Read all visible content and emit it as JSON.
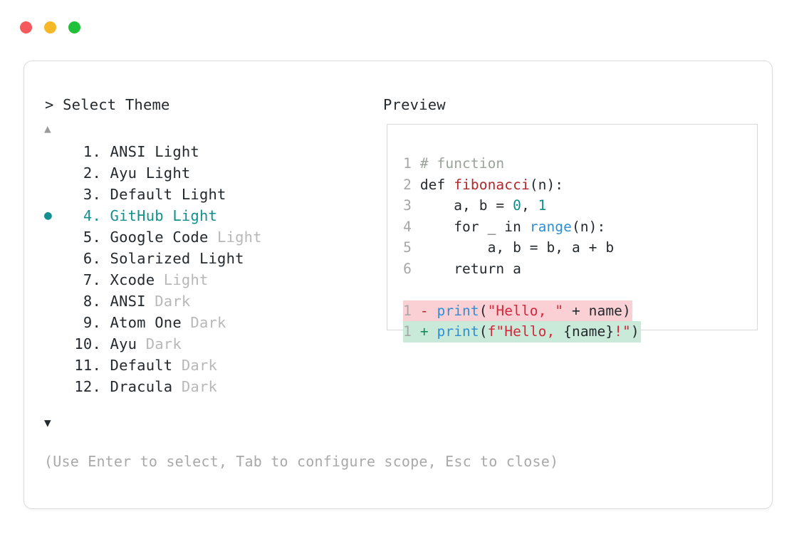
{
  "window": {
    "dots": [
      {
        "name": "close-dot",
        "color": "#f4595b"
      },
      {
        "name": "minimize-dot",
        "color": "#f6b827"
      },
      {
        "name": "maximize-dot",
        "color": "#21c03a"
      }
    ]
  },
  "prompt": {
    "caret": ">",
    "title": "Select Theme"
  },
  "preview": {
    "title": "Preview"
  },
  "scroll": {
    "up_glyph": "▲",
    "down_glyph": "▼"
  },
  "theme_list": {
    "selected_index": 4,
    "bullet_glyph": "●",
    "items": [
      {
        "index": "1.",
        "name": "ANSI",
        "suffix": "Light",
        "suffix_muted": false,
        "selected": false
      },
      {
        "index": "2.",
        "name": "Ayu",
        "suffix": "Light",
        "suffix_muted": false,
        "selected": false
      },
      {
        "index": "3.",
        "name": "Default",
        "suffix": "Light",
        "suffix_muted": false,
        "selected": false
      },
      {
        "index": "4.",
        "name": "GitHub",
        "suffix": "Light",
        "suffix_muted": false,
        "selected": true
      },
      {
        "index": "5.",
        "name": "Google Code",
        "suffix": "Light",
        "suffix_muted": true,
        "selected": false
      },
      {
        "index": "6.",
        "name": "Solarized",
        "suffix": "Light",
        "suffix_muted": false,
        "selected": false
      },
      {
        "index": "7.",
        "name": "Xcode",
        "suffix": "Light",
        "suffix_muted": true,
        "selected": false
      },
      {
        "index": "8.",
        "name": "ANSI",
        "suffix": "Dark",
        "suffix_muted": true,
        "selected": false
      },
      {
        "index": "9.",
        "name": "Atom One",
        "suffix": "Dark",
        "suffix_muted": true,
        "selected": false
      },
      {
        "index": "10.",
        "name": "Ayu",
        "suffix": "Dark",
        "suffix_muted": true,
        "selected": false
      },
      {
        "index": "11.",
        "name": "Default",
        "suffix": "Dark",
        "suffix_muted": true,
        "selected": false
      },
      {
        "index": "12.",
        "name": "Dracula",
        "suffix": "Dark",
        "suffix_muted": true,
        "selected": false
      }
    ]
  },
  "code_preview": {
    "lines": [
      {
        "no": "1",
        "tokens": [
          {
            "t": "# function",
            "c": "comment"
          }
        ]
      },
      {
        "no": "2",
        "tokens": [
          {
            "t": "def ",
            "c": "keyword"
          },
          {
            "t": "fibonacci",
            "c": "func"
          },
          {
            "t": "(n):",
            "c": "punct"
          }
        ]
      },
      {
        "no": "3",
        "tokens": [
          {
            "t": "    a, b = ",
            "c": "plain"
          },
          {
            "t": "0",
            "c": "number"
          },
          {
            "t": ", ",
            "c": "plain"
          },
          {
            "t": "1",
            "c": "number"
          }
        ]
      },
      {
        "no": "4",
        "tokens": [
          {
            "t": "    for _ in ",
            "c": "plain"
          },
          {
            "t": "range",
            "c": "builtin"
          },
          {
            "t": "(n):",
            "c": "punct"
          }
        ]
      },
      {
        "no": "5",
        "tokens": [
          {
            "t": "        a, b = b, a + b",
            "c": "plain"
          }
        ]
      },
      {
        "no": "6",
        "tokens": [
          {
            "t": "    return a",
            "c": "plain"
          }
        ]
      }
    ],
    "diff": [
      {
        "no": "1",
        "kind": "del",
        "mark": "-",
        "tokens": [
          {
            "t": "print",
            "c": "builtin"
          },
          {
            "t": "(",
            "c": "punct"
          },
          {
            "t": "\"Hello, \"",
            "c": "string"
          },
          {
            "t": " + name",
            "c": "plain"
          },
          {
            "t": ")",
            "c": "punct"
          }
        ]
      },
      {
        "no": "1",
        "kind": "add",
        "mark": "+",
        "tokens": [
          {
            "t": "print",
            "c": "builtin"
          },
          {
            "t": "(",
            "c": "punct"
          },
          {
            "t": "f\"Hello, ",
            "c": "string"
          },
          {
            "t": "{name}",
            "c": "plain"
          },
          {
            "t": "!\"",
            "c": "string"
          },
          {
            "t": ")",
            "c": "punct"
          }
        ]
      }
    ]
  },
  "footer": {
    "hint": "(Use Enter to select, Tab to configure scope, Esc to close)"
  },
  "colors": {
    "accent": "#148f8f",
    "muted": "#b8b8b8",
    "text": "#24292e",
    "diff_del_bg": "#fbd0d4",
    "diff_add_bg": "#c9ead8"
  }
}
